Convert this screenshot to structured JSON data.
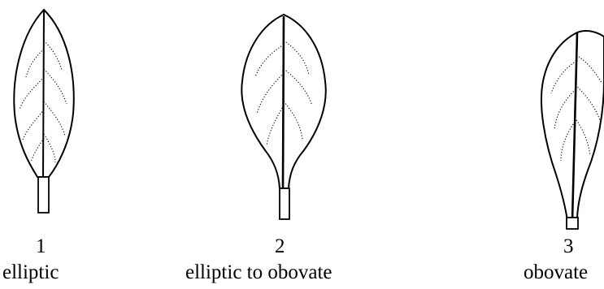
{
  "figures": [
    {
      "number": "1",
      "label": "elliptic",
      "shape": "elliptic"
    },
    {
      "number": "2",
      "label": "elliptic to obovate",
      "shape": "elliptic-to-obovate"
    },
    {
      "number": "3",
      "label": "obovate",
      "shape": "obovate"
    }
  ],
  "colors": {
    "line": "#000000",
    "background": "#ffffff"
  }
}
